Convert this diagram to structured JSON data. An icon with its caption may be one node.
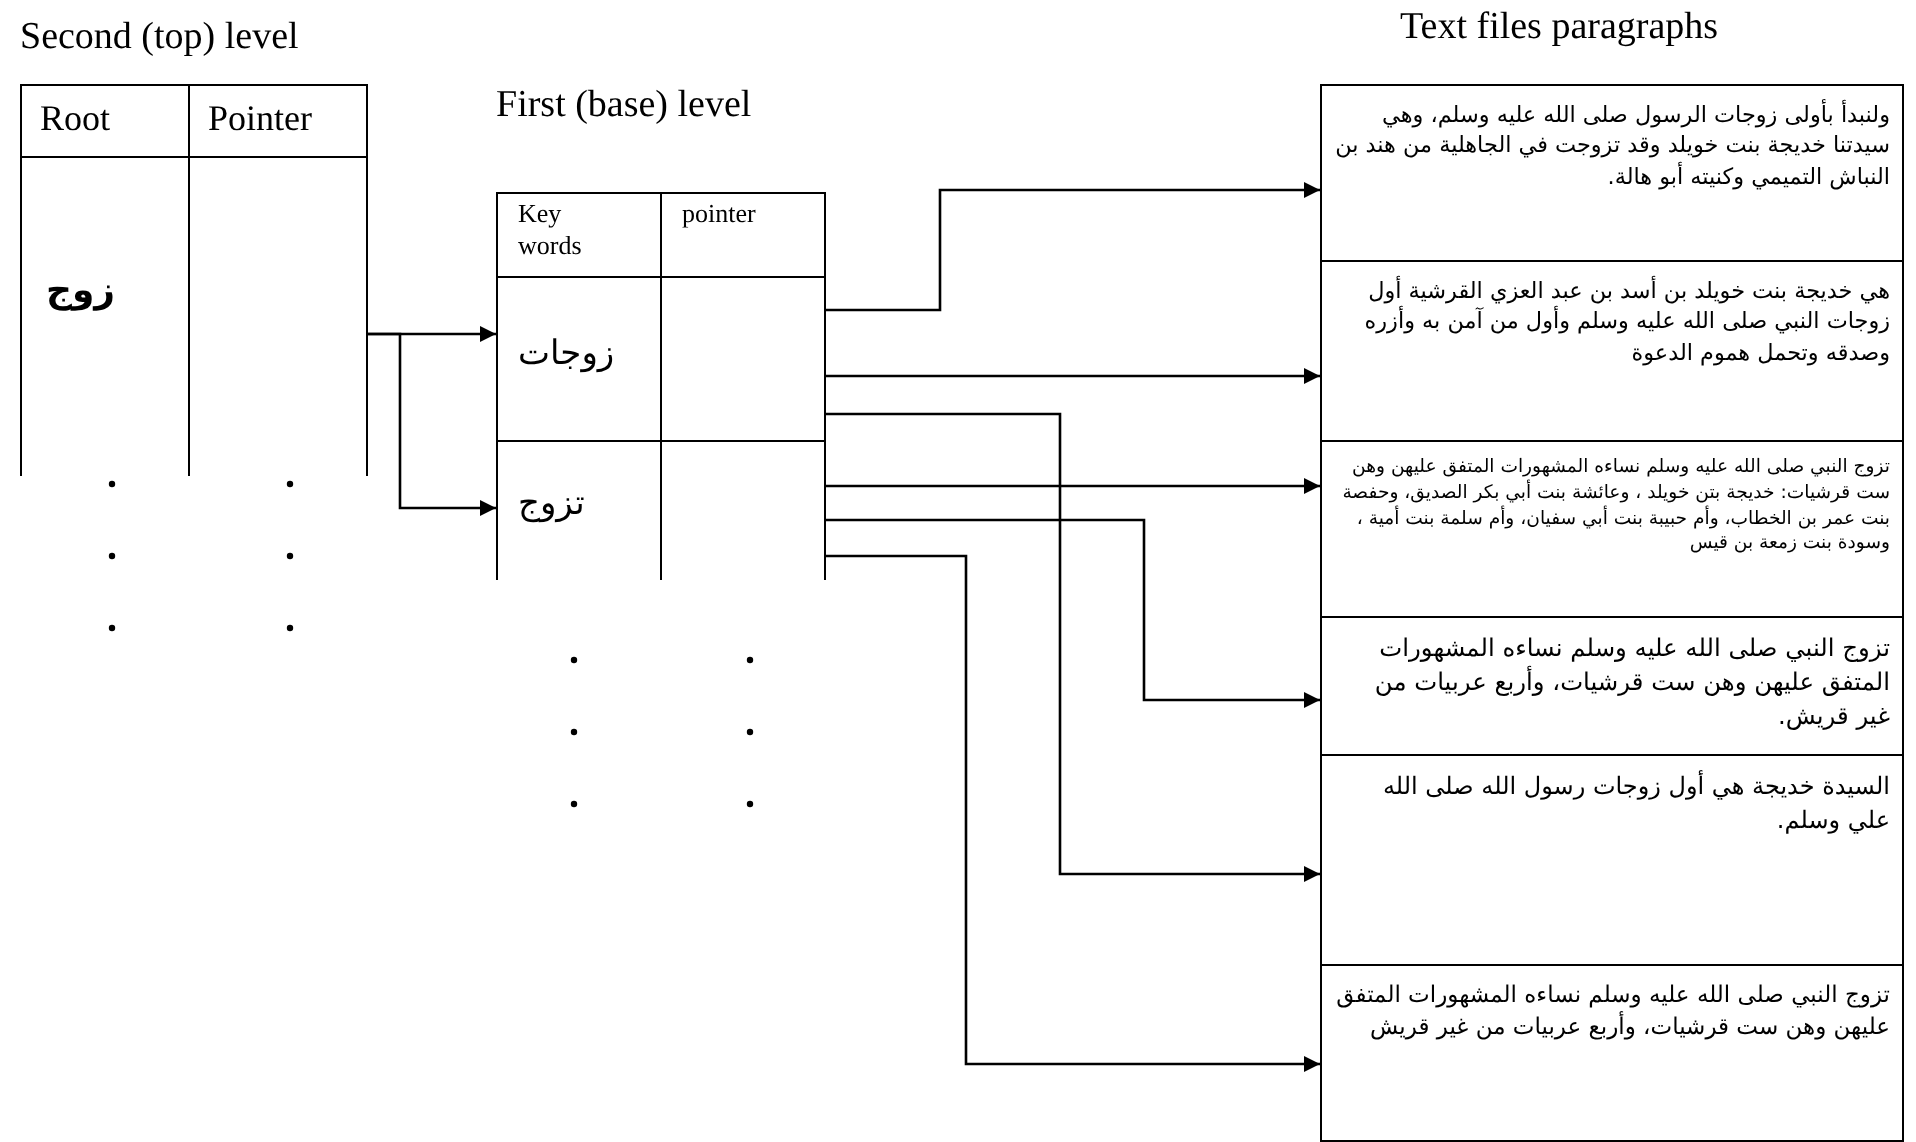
{
  "diagram": {
    "nodes": [
      {
        "text": [
          "Root"
        ]
      },
      {
        "text": [
          "Pointer"
        ]
      },
      {
        "text": [
          "زوج"
        ]
      },
      {
        "text": [],
        "shape": "box"
      },
      {
        "text": [
          "Key words"
        ]
      },
      {
        "text": [
          "pointer"
        ]
      },
      {
        "text": [
          "زوجات"
        ]
      },
      {
        "text": [
          "تزوج"
        ]
      },
      {
        "text": [],
        "shape": "box"
      },
      {
        "text": [],
        "shape": "box"
      },
      {
        "text": [
          "ولنبدأ بأولى زوجات الرسول صلى الله عليه وسلم، وهي سيدتنا خديجة بنت خويلد وقد تزوجت في الجاهلية من هند بن النباش التميمي وكنيته أبو هالة."
        ]
      },
      {
        "text": [
          "هي خديجة بنت خويلد بن أسد بن عبد العزي القرشية أول زوجات النبي صلى الله عليه وسلم وأول من آمن به وأزره وصدقه وتحمل هموم الدعوة"
        ]
      },
      {
        "text": [
          "تزوج النبي صلى الله عليه وسلم نساءه المشهورات المتفق عليهن وهن ست قرشيات: خديجة بتن خويلد ، وعائشة بنت أبي بكر الصديق، وحفصة بنت عمر بن الخطاب، وأم حبيبة بنت أبي سفيان، وأم سلمة بنت أمية ، وسودة بنت زمعة بن قيس"
        ]
      },
      {
        "text": [
          "تزوج النبي صلى الله عليه وسلم نساءه المشهورات المتفق عليهن وهن ست قرشيات، وأربع عربيات من غير قريش."
        ]
      },
      {
        "text": [
          "السيدة خديجة هي أول زوجات رسول الله صلى الله علي وسلم."
        ]
      },
      {
        "text": [
          "تزوج النبي صلى الله عليه وسلم نساءه المشهورات المتفق عليهن وهن ست قرشيات، وأربع عربيات من غير قريش"
        ]
      }
    ],
    "edges": [
      {
        "from": 3,
        "to": 6,
        "arrow": "to"
      },
      {
        "from": 3,
        "to": 7,
        "arrow": "to"
      },
      {
        "from": 8,
        "to": 10,
        "arrow": "to"
      },
      {
        "from": 8,
        "to": 11,
        "arrow": "to"
      },
      {
        "from": 8,
        "to": 14,
        "arrow": "to"
      },
      {
        "from": 9,
        "to": 12,
        "arrow": "to"
      },
      {
        "from": 9,
        "to": 13,
        "arrow": "to"
      },
      {
        "from": 9,
        "to": 15,
        "arrow": "to"
      }
    ],
    "labels": [
      "Second (top) level",
      "First (base) level",
      "Text files paragraphs"
    ]
  }
}
